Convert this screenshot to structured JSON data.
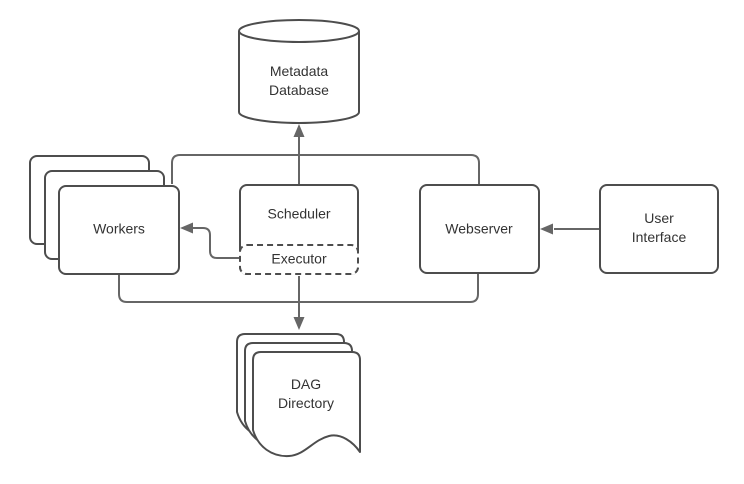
{
  "background": "#ffffff",
  "palette": {
    "node_fill": "#ffffff",
    "node_border": "#4d4d4d",
    "connector": "#666666",
    "text": "#333333"
  },
  "nodes": {
    "metadata_database": {
      "label": "Metadata\nDatabase",
      "shape": "cylinder"
    },
    "workers": {
      "label": "Workers",
      "shape": "stacked-rounded-rectangles",
      "stack_count": 3
    },
    "scheduler": {
      "label": "Scheduler",
      "shape": "rounded-rectangle"
    },
    "executor": {
      "label": "Executor",
      "shape": "dashed-rounded-rectangle"
    },
    "webserver": {
      "label": "Webserver",
      "shape": "rounded-rectangle"
    },
    "user_interface": {
      "label": "User\nInterface",
      "shape": "rounded-rectangle"
    },
    "dag_directory": {
      "label": "DAG\nDirectory",
      "shape": "stacked-documents",
      "stack_count": 3
    }
  },
  "edges": [
    {
      "from": "scheduler",
      "to": "metadata_database",
      "arrow": "up"
    },
    {
      "from": "workers",
      "to": "webserver",
      "arrow": "none",
      "route": "top connector line"
    },
    {
      "from": "executor",
      "to": "workers",
      "arrow": "left"
    },
    {
      "from": "user_interface",
      "to": "webserver",
      "arrow": "left"
    },
    {
      "from": "workers",
      "to": "webserver",
      "arrow": "none",
      "route": "bottom connector line"
    },
    {
      "from": "executor",
      "to": "dag_directory",
      "arrow": "down"
    }
  ]
}
